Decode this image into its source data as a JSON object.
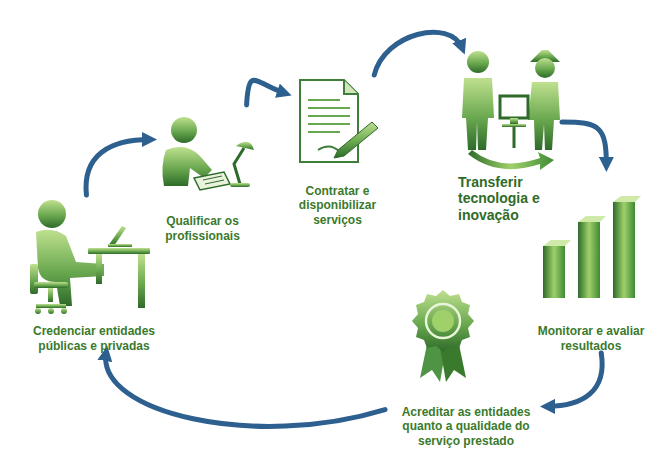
{
  "diagram": {
    "nodes": [
      {
        "text": [
          "Credenciar entidades públicas e privadas"
        ]
      },
      {
        "text": [
          "Qualificar os profissionais"
        ]
      },
      {
        "text": [
          "Contratar e disponibilizar serviços"
        ]
      },
      {
        "text": [
          "Transferir tecnologia e inovação"
        ]
      },
      {
        "text": [
          "Monitorar e avaliar resultados"
        ]
      },
      {
        "text": [
          "Acreditar as entidades quanto a qualidade do serviço prestado"
        ]
      }
    ],
    "edges": [
      {
        "from": 0,
        "to": 1,
        "arrow": "to"
      },
      {
        "from": 1,
        "to": 2,
        "arrow": "to"
      },
      {
        "from": 2,
        "to": 3,
        "arrow": "to"
      },
      {
        "from": 3,
        "to": 4,
        "arrow": "to"
      },
      {
        "from": 4,
        "to": 5,
        "arrow": "to"
      },
      {
        "from": 5,
        "to": 0,
        "arrow": "to"
      }
    ]
  }
}
